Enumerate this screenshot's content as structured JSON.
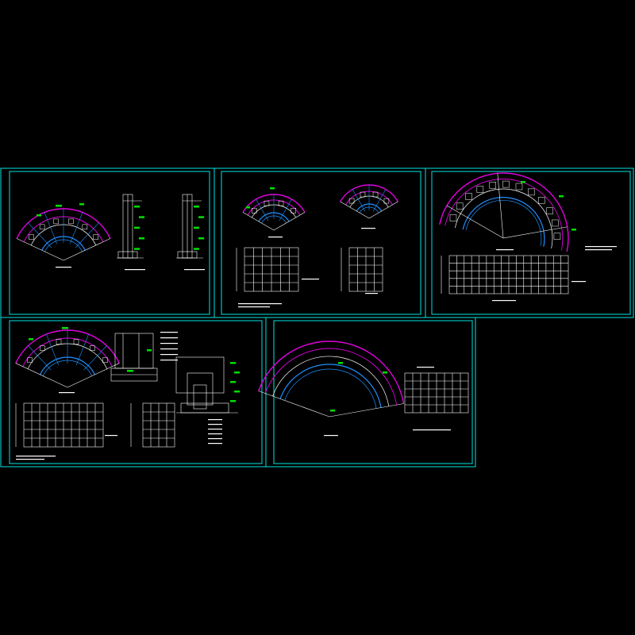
{
  "viewer": {
    "background": "#000000",
    "colors": {
      "frame": "#00e5e5",
      "line": "#ffffff",
      "arc_outer": "#e000e0",
      "arc_inner": "#1e90ff",
      "label": "#00e000"
    }
  },
  "sheets": [
    {
      "id": "sheet-1",
      "content": [
        "fan-plan",
        "wall-section",
        "wall-section"
      ]
    },
    {
      "id": "sheet-2",
      "content": [
        "fan-plan-small",
        "fan-plan-small",
        "grid-elevation",
        "grid-elevation"
      ]
    },
    {
      "id": "sheet-3",
      "content": [
        "half-ring-plan",
        "grid-elevation"
      ]
    },
    {
      "id": "sheet-4",
      "content": [
        "fan-plan",
        "grid-elevation",
        "grid-elevation",
        "detail-section"
      ]
    },
    {
      "id": "sheet-5",
      "content": [
        "ring-plan",
        "grid-elevation"
      ]
    }
  ]
}
